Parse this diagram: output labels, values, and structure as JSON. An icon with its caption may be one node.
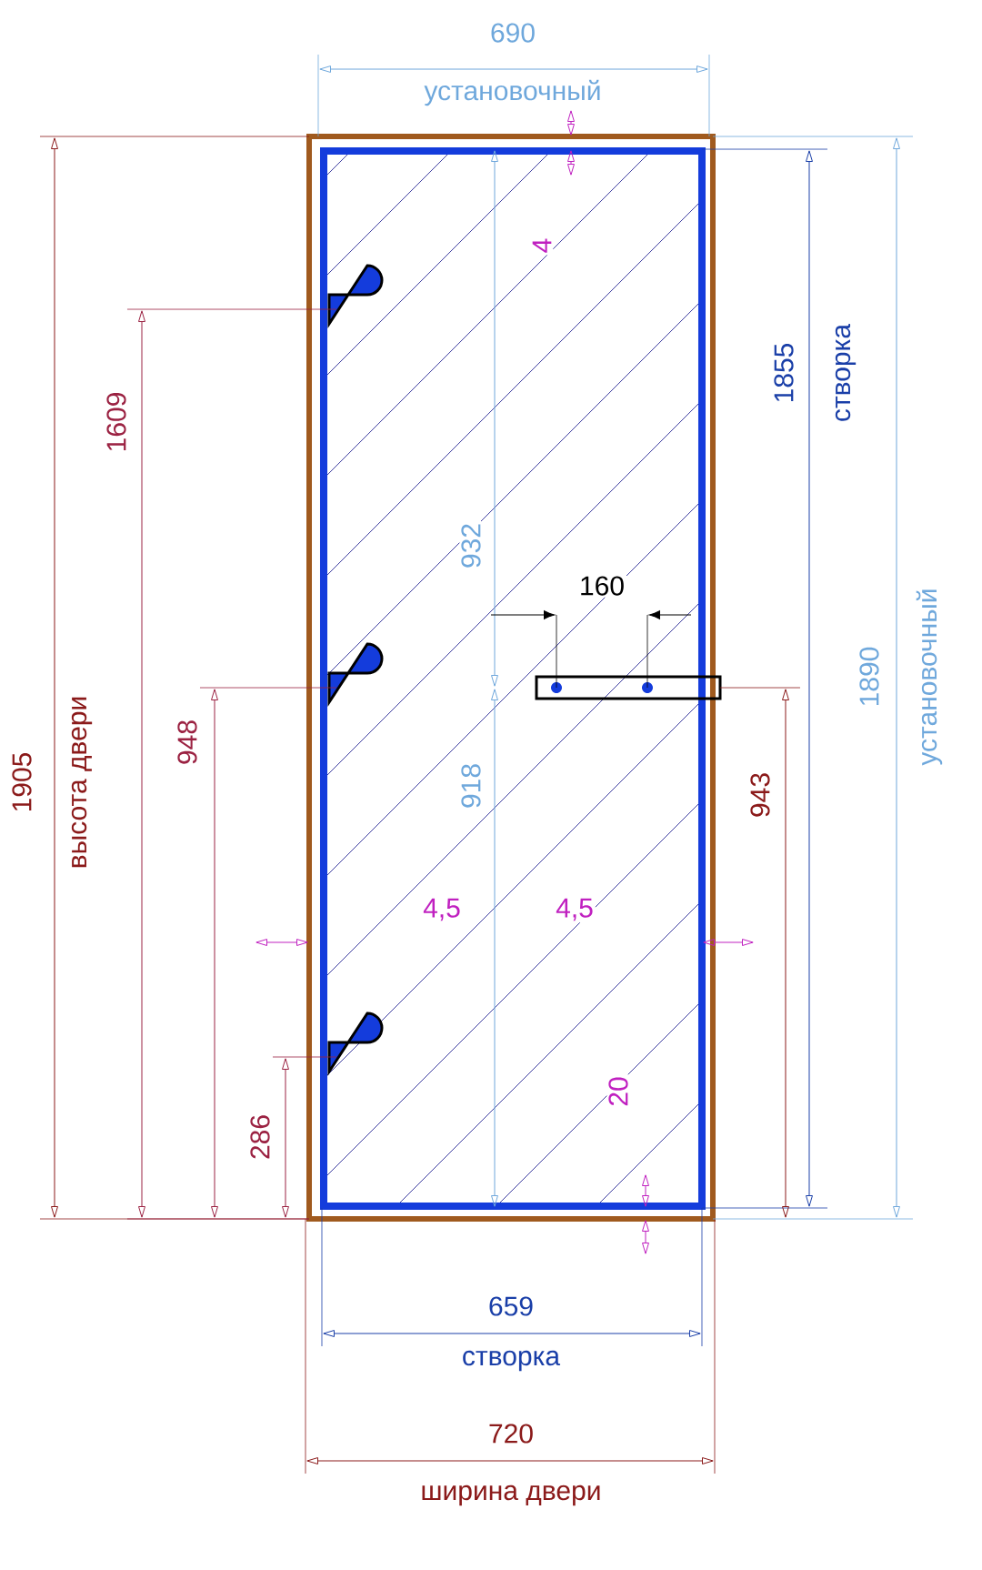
{
  "diagram": {
    "labels": [
      "690",
      "установочный",
      "4",
      "1609",
      "1855",
      "створка",
      "1890",
      "установочный",
      "932",
      "160",
      "1905",
      "высота двери",
      "948",
      "918",
      "943",
      "4,5",
      "4,5",
      "286",
      "20",
      "659",
      "створка",
      "720",
      "ширина двери"
    ]
  }
}
